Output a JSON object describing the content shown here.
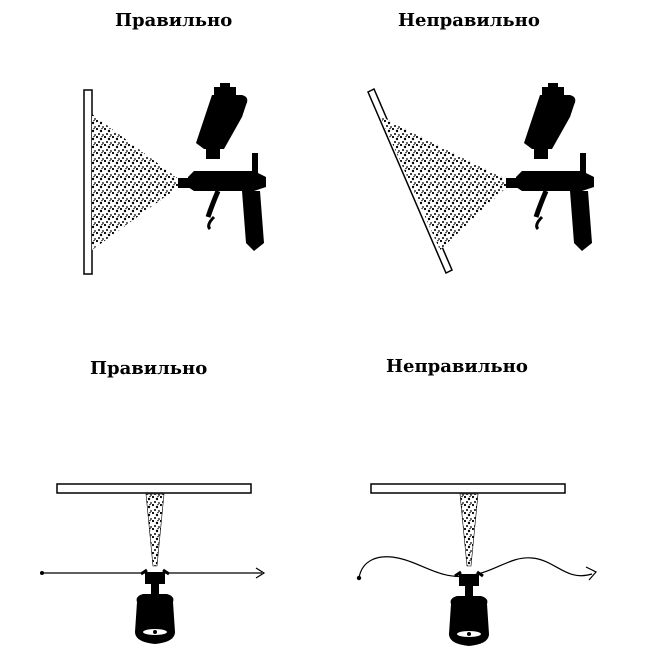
{
  "labels": {
    "top_correct": "Правильно",
    "top_incorrect": "Неправильно",
    "bottom_correct": "Правильно",
    "bottom_incorrect": "Неправильно"
  },
  "colors": {
    "ink": "#000000",
    "background": "#ffffff"
  },
  "icons": {
    "gun_side": "spray-gun-side-view-icon",
    "gun_front": "spray-gun-front-view-icon"
  }
}
